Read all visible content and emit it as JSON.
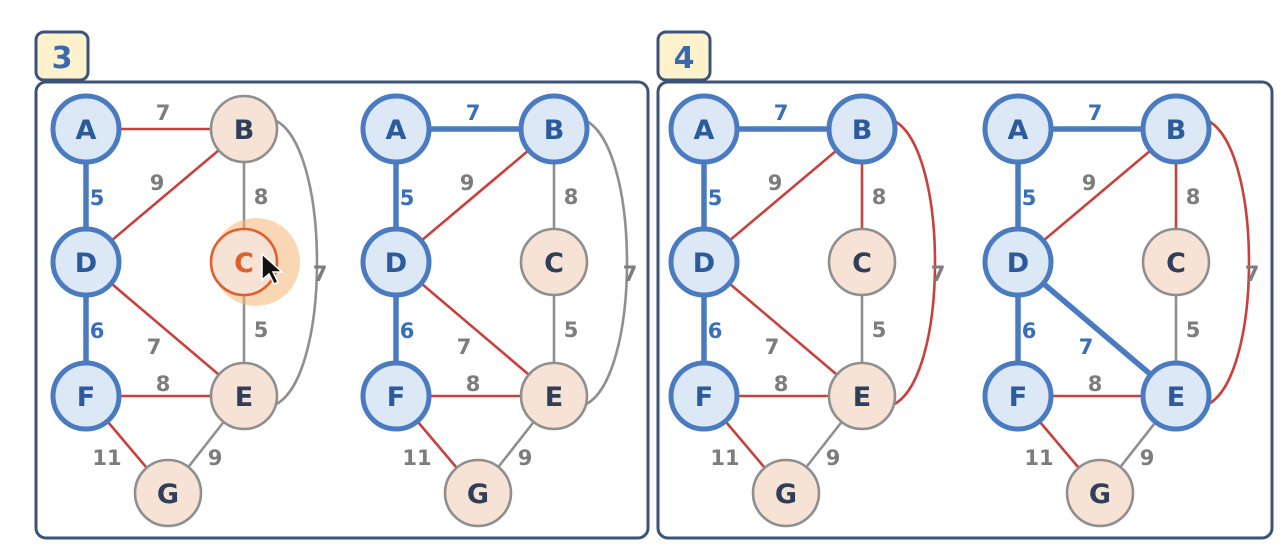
{
  "colors": {
    "panel_border": "#3d5278",
    "step_badge_fill": "#fdf2cc",
    "step_badge_border": "#3d5278",
    "mst_edge": "#4a7bc0",
    "candidate_edge": "#c8413c",
    "plain_edge": "#8f8f8f",
    "in_node_fill": "#dce8f6",
    "in_node_stroke": "#4a7bc0",
    "in_node_text": "#2c5b9c",
    "out_node_fill": "#f7e2d6",
    "out_node_stroke": "#8f8f8f",
    "out_node_text": "#2f3f5a",
    "mst_weight": "#3a6fb8",
    "weight_text": "#7d7d7d",
    "cursor_halo": "#f6b677",
    "cursor_highlight_text": "#e05f2b"
  },
  "panels": [
    {
      "step": "3",
      "graphs": [
        {
          "nodes": {
            "A": "in",
            "B": "out",
            "C": "out",
            "D": "in",
            "E": "out",
            "F": "in",
            "G": "out"
          },
          "highlight": "C",
          "edges": [
            {
              "from": "A",
              "to": "B",
              "weight": "7",
              "kind": "candidate"
            },
            {
              "from": "A",
              "to": "D",
              "weight": "5",
              "kind": "mst"
            },
            {
              "from": "D",
              "to": "B",
              "weight": "9",
              "kind": "candidate"
            },
            {
              "from": "B",
              "to": "C",
              "weight": "8",
              "kind": "plain"
            },
            {
              "from": "B",
              "to": "E",
              "weight": "7",
              "kind": "plain"
            },
            {
              "from": "C",
              "to": "E",
              "weight": "5",
              "kind": "plain"
            },
            {
              "from": "D",
              "to": "E",
              "weight": "7",
              "kind": "candidate"
            },
            {
              "from": "D",
              "to": "F",
              "weight": "6",
              "kind": "mst"
            },
            {
              "from": "F",
              "to": "E",
              "weight": "8",
              "kind": "candidate"
            },
            {
              "from": "F",
              "to": "G",
              "weight": "11",
              "kind": "candidate"
            },
            {
              "from": "E",
              "to": "G",
              "weight": "9",
              "kind": "plain"
            }
          ]
        },
        {
          "nodes": {
            "A": "in",
            "B": "in",
            "C": "out",
            "D": "in",
            "E": "out",
            "F": "in",
            "G": "out"
          },
          "highlight": "",
          "edges": [
            {
              "from": "A",
              "to": "B",
              "weight": "7",
              "kind": "mst"
            },
            {
              "from": "A",
              "to": "D",
              "weight": "5",
              "kind": "mst"
            },
            {
              "from": "D",
              "to": "B",
              "weight": "9",
              "kind": "candidate"
            },
            {
              "from": "B",
              "to": "C",
              "weight": "8",
              "kind": "plain"
            },
            {
              "from": "B",
              "to": "E",
              "weight": "7",
              "kind": "plain"
            },
            {
              "from": "C",
              "to": "E",
              "weight": "5",
              "kind": "plain"
            },
            {
              "from": "D",
              "to": "E",
              "weight": "7",
              "kind": "candidate"
            },
            {
              "from": "D",
              "to": "F",
              "weight": "6",
              "kind": "mst"
            },
            {
              "from": "F",
              "to": "E",
              "weight": "8",
              "kind": "candidate"
            },
            {
              "from": "F",
              "to": "G",
              "weight": "11",
              "kind": "candidate"
            },
            {
              "from": "E",
              "to": "G",
              "weight": "9",
              "kind": "plain"
            }
          ]
        }
      ]
    },
    {
      "step": "4",
      "graphs": [
        {
          "nodes": {
            "A": "in",
            "B": "in",
            "C": "out",
            "D": "in",
            "E": "out",
            "F": "in",
            "G": "out"
          },
          "highlight": "",
          "edges": [
            {
              "from": "A",
              "to": "B",
              "weight": "7",
              "kind": "mst"
            },
            {
              "from": "A",
              "to": "D",
              "weight": "5",
              "kind": "mst"
            },
            {
              "from": "D",
              "to": "B",
              "weight": "9",
              "kind": "candidate"
            },
            {
              "from": "B",
              "to": "C",
              "weight": "8",
              "kind": "candidate"
            },
            {
              "from": "B",
              "to": "E",
              "weight": "7",
              "kind": "candidate"
            },
            {
              "from": "C",
              "to": "E",
              "weight": "5",
              "kind": "plain"
            },
            {
              "from": "D",
              "to": "E",
              "weight": "7",
              "kind": "candidate"
            },
            {
              "from": "D",
              "to": "F",
              "weight": "6",
              "kind": "mst"
            },
            {
              "from": "F",
              "to": "E",
              "weight": "8",
              "kind": "candidate"
            },
            {
              "from": "F",
              "to": "G",
              "weight": "11",
              "kind": "candidate"
            },
            {
              "from": "E",
              "to": "G",
              "weight": "9",
              "kind": "plain"
            }
          ]
        },
        {
          "nodes": {
            "A": "in",
            "B": "in",
            "C": "out",
            "D": "in",
            "E": "in",
            "F": "in",
            "G": "out"
          },
          "highlight": "",
          "edges": [
            {
              "from": "A",
              "to": "B",
              "weight": "7",
              "kind": "mst"
            },
            {
              "from": "A",
              "to": "D",
              "weight": "5",
              "kind": "mst"
            },
            {
              "from": "D",
              "to": "B",
              "weight": "9",
              "kind": "candidate"
            },
            {
              "from": "B",
              "to": "C",
              "weight": "8",
              "kind": "candidate"
            },
            {
              "from": "B",
              "to": "E",
              "weight": "7",
              "kind": "candidate"
            },
            {
              "from": "C",
              "to": "E",
              "weight": "5",
              "kind": "plain"
            },
            {
              "from": "D",
              "to": "E",
              "weight": "7",
              "kind": "mst"
            },
            {
              "from": "D",
              "to": "F",
              "weight": "6",
              "kind": "mst"
            },
            {
              "from": "F",
              "to": "E",
              "weight": "8",
              "kind": "candidate"
            },
            {
              "from": "F",
              "to": "G",
              "weight": "11",
              "kind": "candidate"
            },
            {
              "from": "E",
              "to": "G",
              "weight": "9",
              "kind": "plain"
            }
          ]
        }
      ]
    }
  ]
}
